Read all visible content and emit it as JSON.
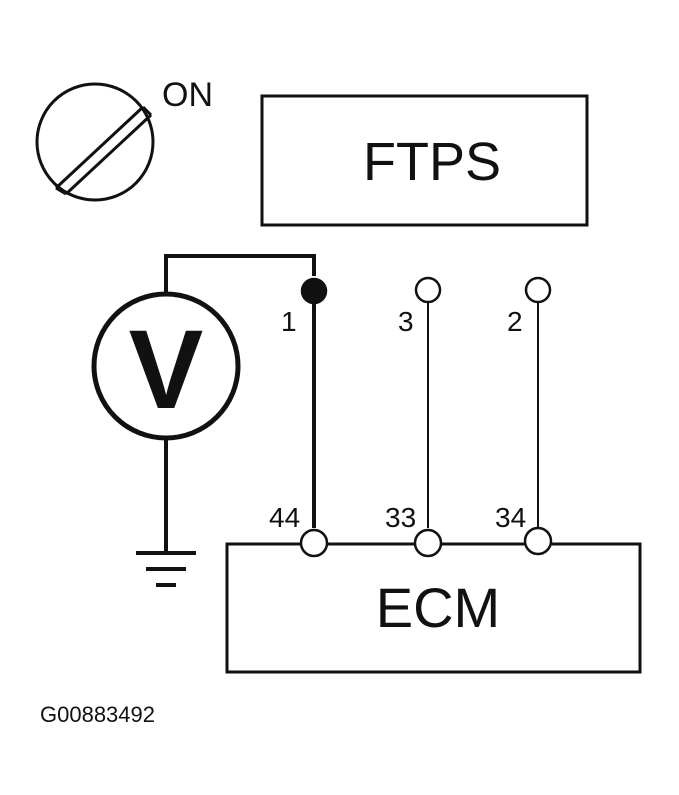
{
  "ignition": {
    "state_label": "ON",
    "icon": "ignition-switch-icon"
  },
  "sensor": {
    "label": "FTPS"
  },
  "meter": {
    "symbol": "V",
    "icon": "voltmeter-icon"
  },
  "ecm": {
    "label": "ECM"
  },
  "sensor_pins": [
    "1",
    "3",
    "2"
  ],
  "ecm_pins": [
    "44",
    "33",
    "34"
  ],
  "figure_id": "G00883492",
  "colors": {
    "line": "#111111",
    "background": "#ffffff"
  }
}
